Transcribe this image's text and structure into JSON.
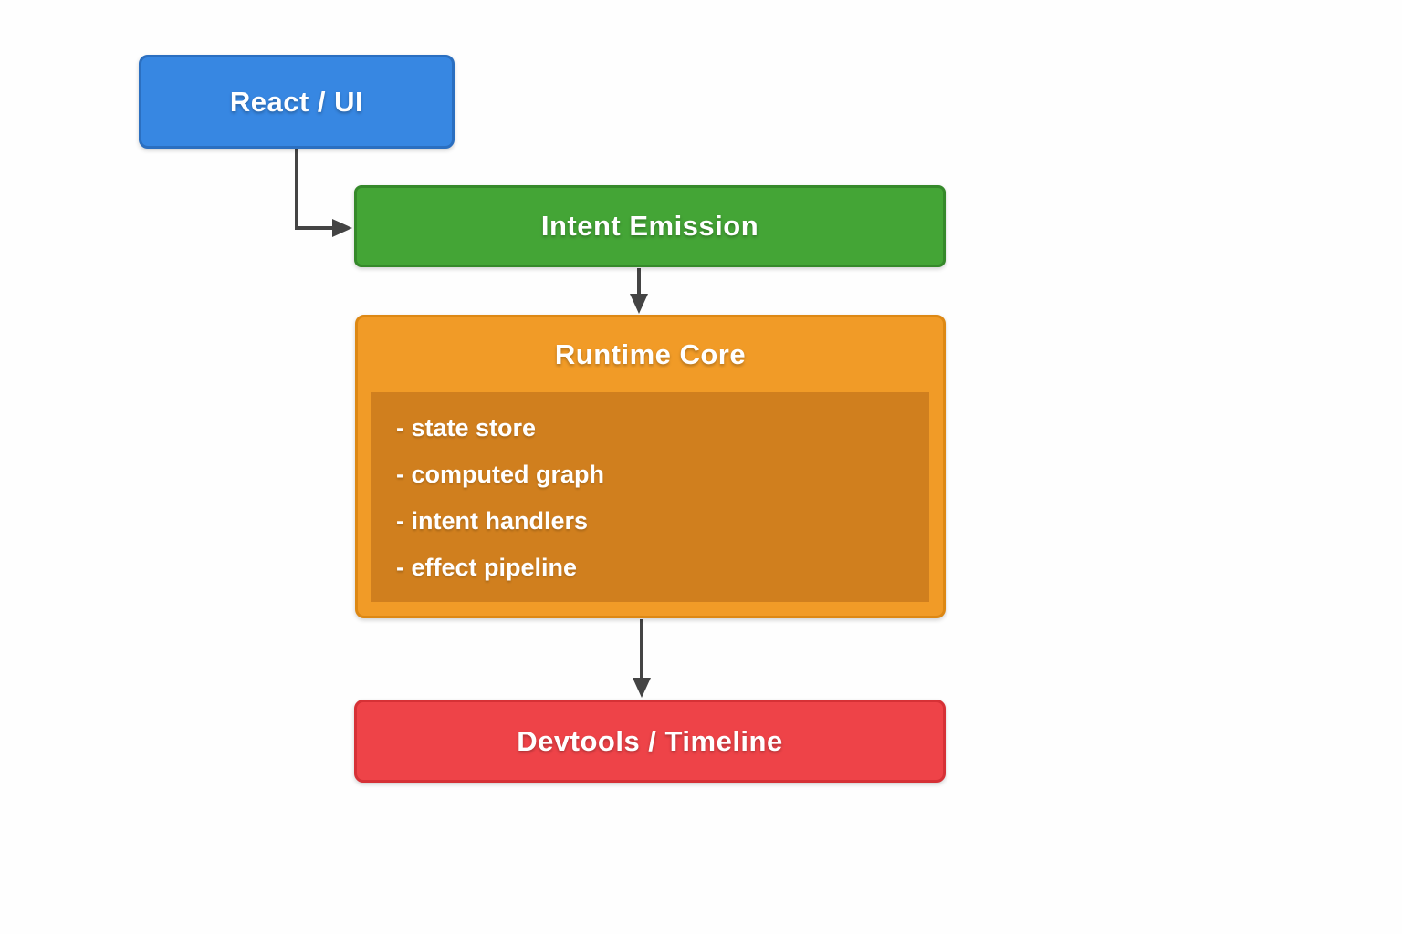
{
  "canvas": {
    "background": "#fefefe",
    "arrow_color": "#444444"
  },
  "nodes": {
    "react_ui": {
      "label": "React / UI",
      "fill": "#3787e2",
      "border": "#2b6fc0"
    },
    "intent_emission": {
      "label": "Intent Emission",
      "fill": "#44a536",
      "border": "#35892a"
    },
    "runtime_core": {
      "label": "Runtime Core",
      "fill": "#f19b27",
      "border": "#dd8814",
      "panel_fill": "#d07f1e",
      "items": [
        "- state store",
        "- computed graph",
        "- intent handlers",
        "- effect pipeline"
      ]
    },
    "devtools_timeline": {
      "label": "Devtools / Timeline",
      "fill": "#ee4348",
      "border": "#d63136"
    }
  }
}
